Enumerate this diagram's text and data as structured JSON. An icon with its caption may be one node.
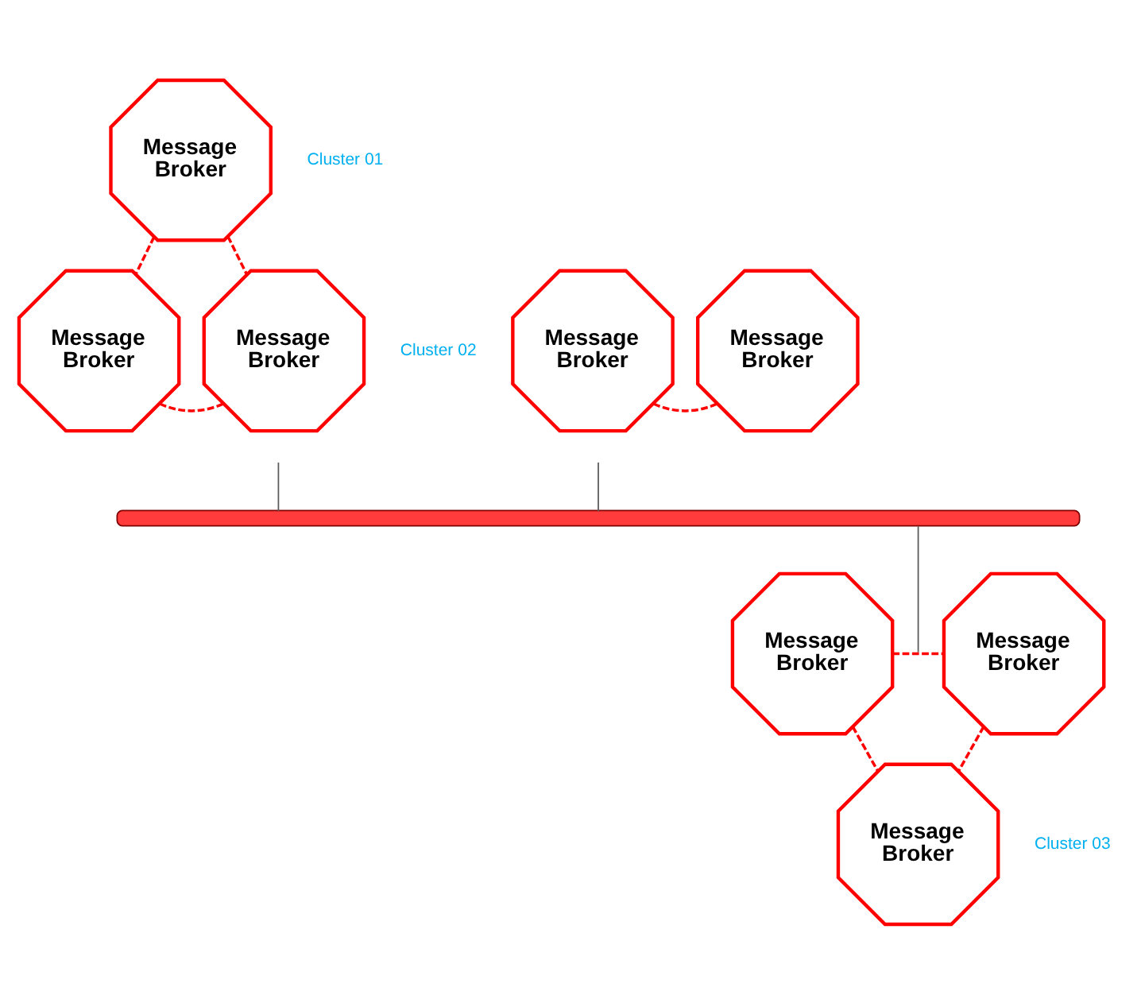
{
  "diagram": {
    "nodes": [
      {
        "text": [
          "Message Broker"
        ]
      },
      {
        "text": [
          "Message Broker"
        ]
      },
      {
        "text": [
          "Message Broker"
        ]
      },
      {
        "text": [
          "Message Broker"
        ]
      },
      {
        "text": [
          "Message Broker"
        ]
      },
      {
        "text": [],
        "shape": "bar"
      },
      {
        "text": [
          "Message Broker"
        ]
      },
      {
        "text": [
          "Message Broker"
        ]
      },
      {
        "text": [
          "Message Broker"
        ]
      }
    ],
    "edges": [
      {
        "from": 0,
        "to": 1,
        "arrow": "none",
        "style": "dashed"
      },
      {
        "from": 0,
        "to": 2,
        "arrow": "none",
        "style": "dashed"
      },
      {
        "from": 1,
        "to": 2,
        "arrow": "none",
        "style": "dashed"
      },
      {
        "from": null,
        "to": 5,
        "arrow": "none",
        "color": "#595959"
      },
      {
        "from": 3,
        "to": 4,
        "arrow": "none",
        "style": "dashed"
      },
      {
        "from": null,
        "to": 5,
        "arrow": "none",
        "color": "#595959"
      },
      {
        "from": 6,
        "to": 7,
        "arrow": "none",
        "style": "dashed"
      },
      {
        "from": null,
        "to": 5,
        "arrow": "none",
        "color": "#595959"
      },
      {
        "from": 6,
        "to": 8,
        "arrow": "none",
        "style": "dashed"
      },
      {
        "from": 7,
        "to": 8,
        "arrow": "none",
        "style": "dashed"
      }
    ],
    "labels": [
      "Cluster 01",
      "Cluster 02",
      "Cluster 03"
    ]
  }
}
